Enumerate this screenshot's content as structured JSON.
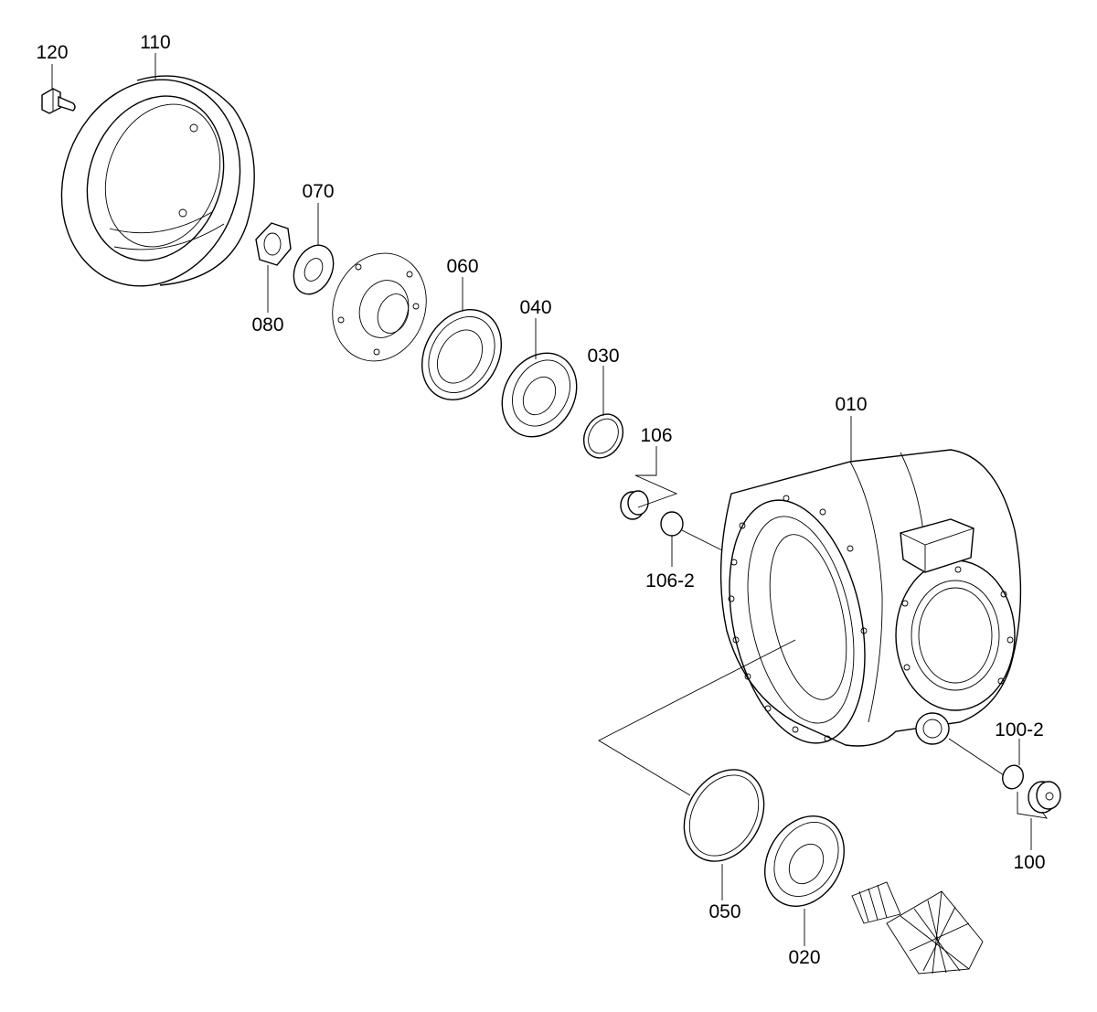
{
  "diagram": {
    "callouts": {
      "c120": "120",
      "c110": "110",
      "c070": "070",
      "c080": "080",
      "c060": "060",
      "c040": "040",
      "c030": "030",
      "c106": "106",
      "c1062": "106-2",
      "c010": "010",
      "c1002": "100-2",
      "c100": "100",
      "c050": "050",
      "c020": "020"
    }
  }
}
